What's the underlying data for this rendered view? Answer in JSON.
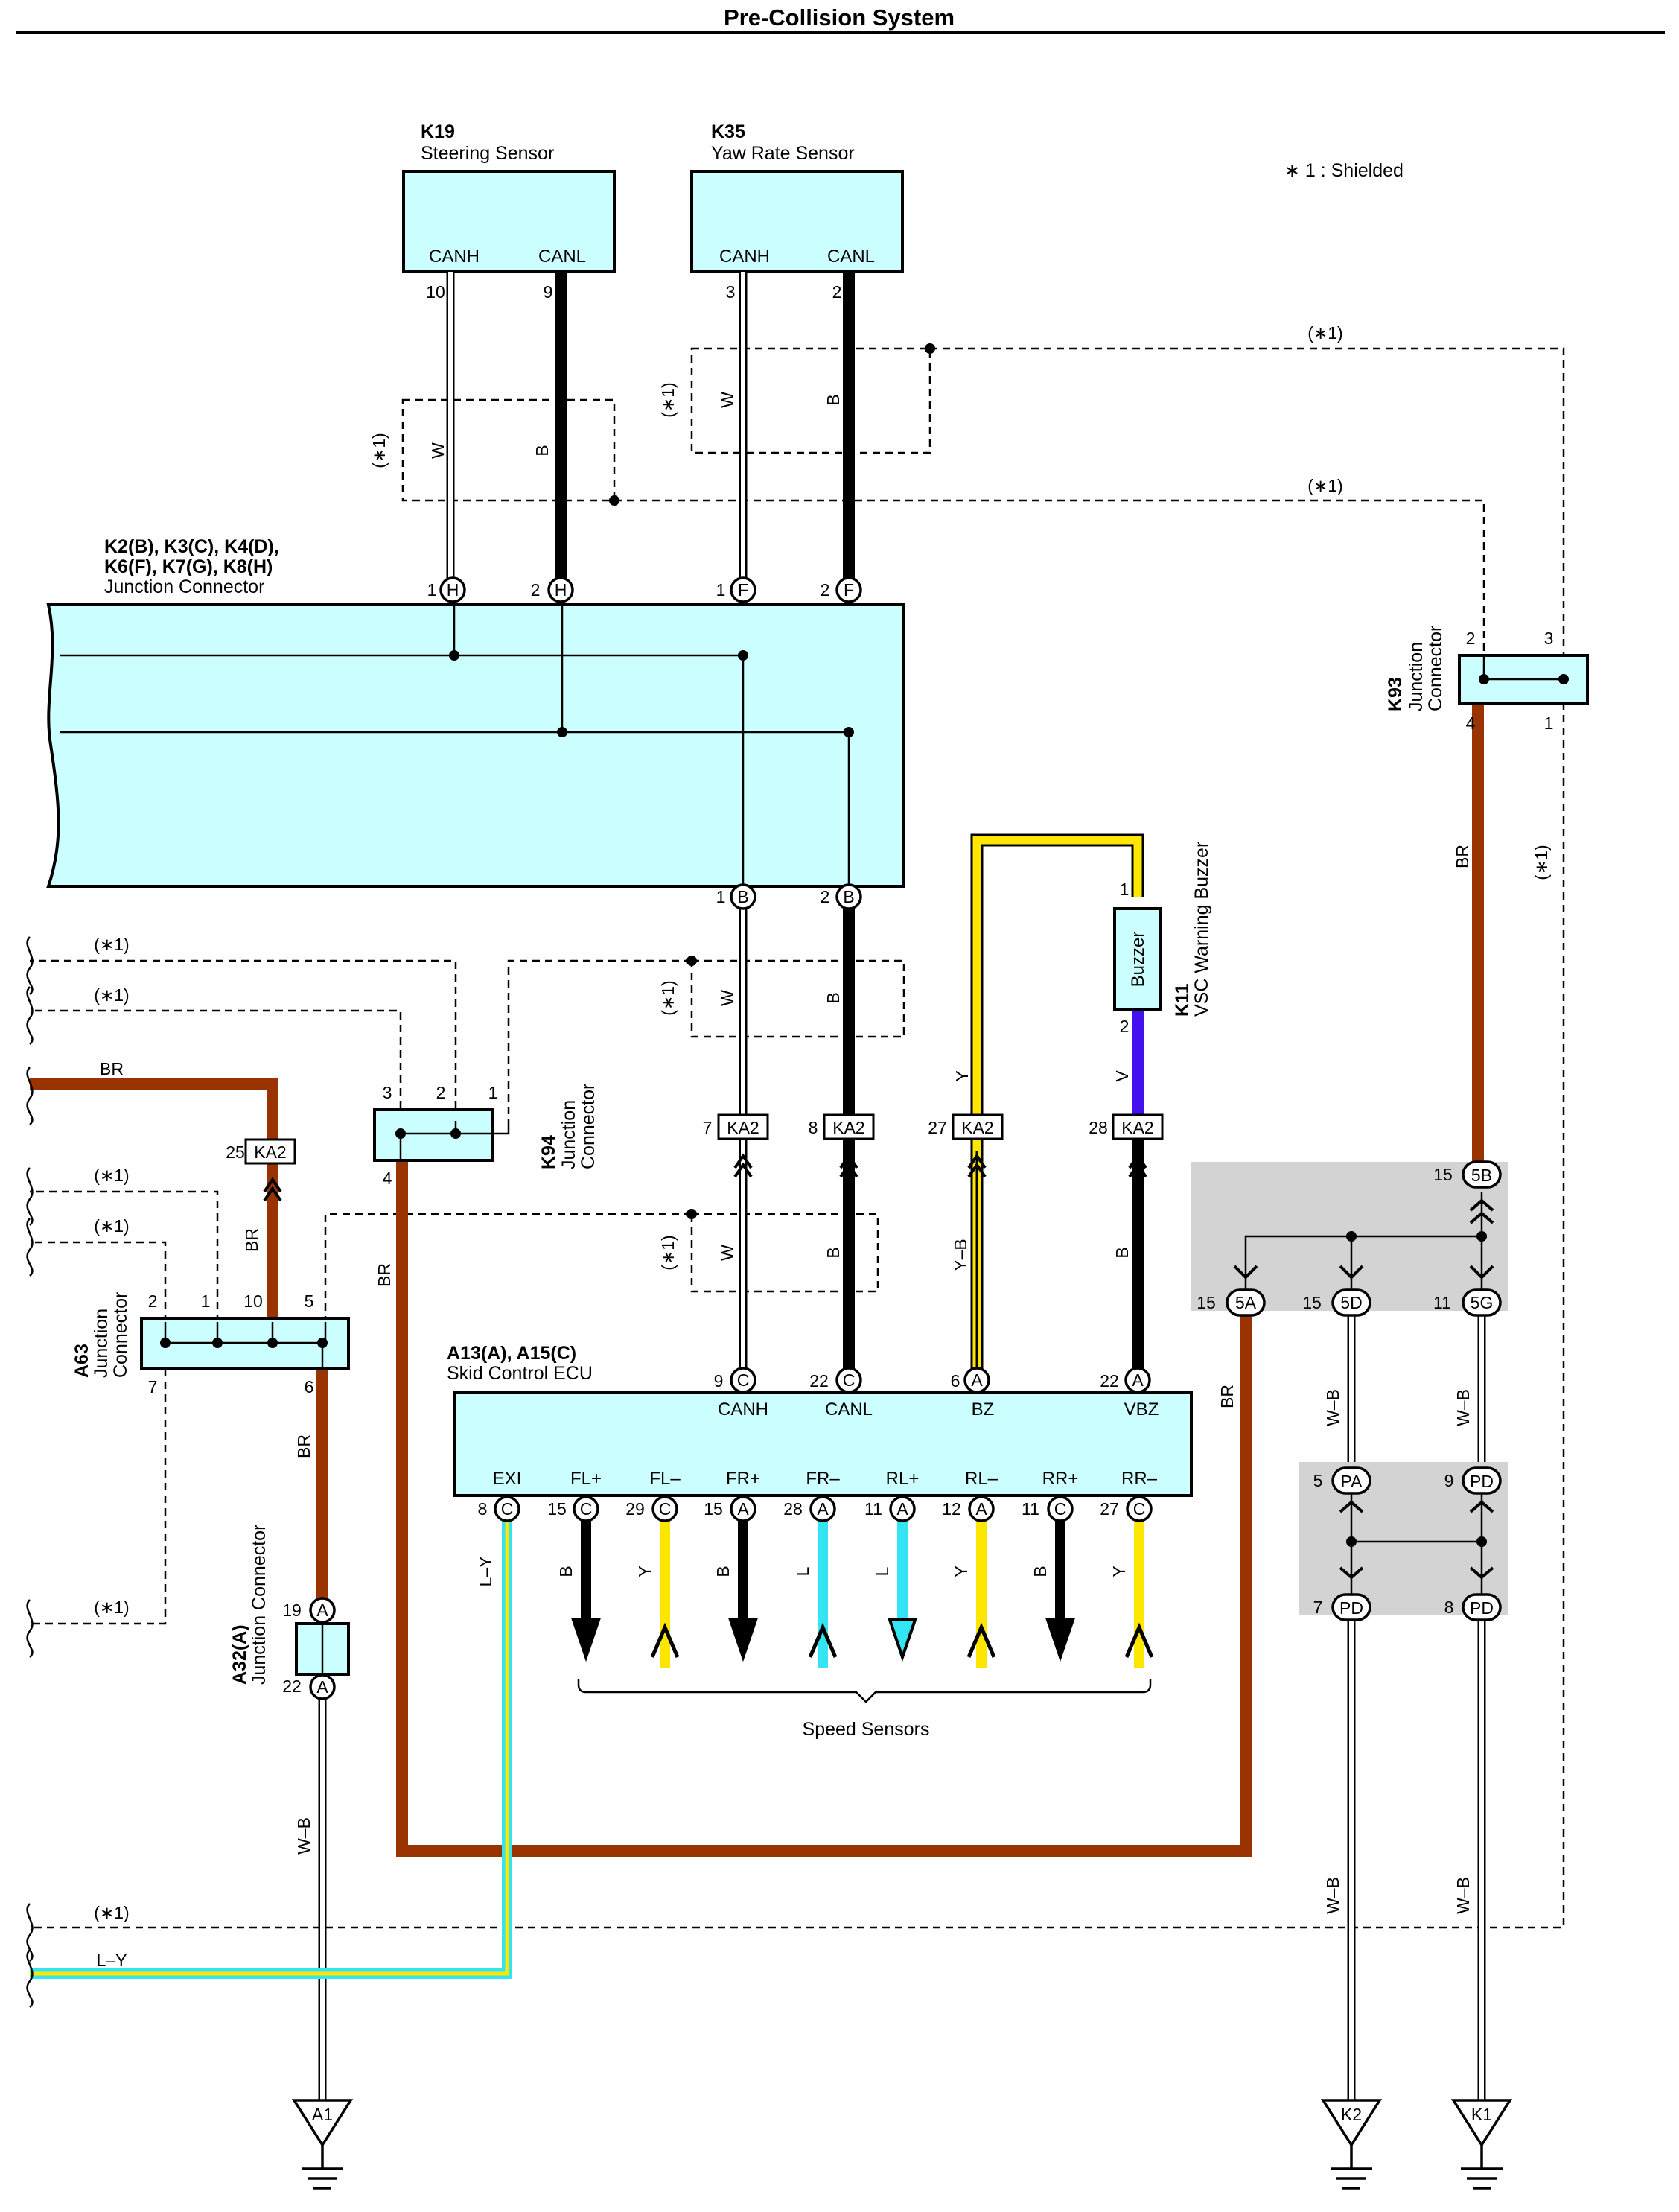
{
  "title": "Pre-Collision System",
  "legend": "∗ 1 : Shielded",
  "shielded_mark": "(∗1)",
  "components": {
    "k19": {
      "id": "K19",
      "name": "Steering Sensor",
      "pins": [
        "CANH",
        "CANL"
      ],
      "pin_numbers": [
        "10",
        "9"
      ]
    },
    "k35": {
      "id": "K35",
      "name": "Yaw Rate Sensor",
      "pins": [
        "CANH",
        "CANL"
      ],
      "pin_numbers": [
        "3",
        "2"
      ]
    },
    "k2": {
      "id_line1": "K2(B), K3(C), K4(D),",
      "id_line2": "K6(F), K7(G), K8(H)",
      "name": "Junction Connector",
      "top_pins": [
        [
          "1",
          "H"
        ],
        [
          "2",
          "H"
        ],
        [
          "1",
          "F"
        ],
        [
          "2",
          "F"
        ]
      ],
      "bottom_pins": [
        [
          "1",
          "B"
        ],
        [
          "2",
          "B"
        ]
      ]
    },
    "k11": {
      "id": "K11",
      "name": "VSC Warning Buzzer",
      "label": "Buzzer",
      "pins": [
        "1",
        "2"
      ]
    },
    "k93": {
      "id": "K93",
      "name_line1": "Junction",
      "name_line2": "Connector",
      "pins": [
        "2",
        "3",
        "4",
        "1"
      ]
    },
    "k94": {
      "id": "K94",
      "name_line1": "Junction",
      "name_line2": "Connector",
      "pins": [
        "3",
        "2",
        "1",
        "4"
      ]
    },
    "a63": {
      "id": "A63",
      "name_line1": "Junction",
      "name_line2": "Connector",
      "pins": [
        "2",
        "1",
        "10",
        "5",
        "7",
        "6"
      ]
    },
    "a32": {
      "id": "A32(A)",
      "name": "Junction Connector",
      "pins": [
        [
          "19",
          "A"
        ],
        [
          "22",
          "A"
        ]
      ]
    },
    "ecu": {
      "id": "A13(A), A15(C)",
      "name": "Skid Control ECU",
      "top_signals": [
        "CANH",
        "CANL",
        "BZ",
        "VBZ"
      ],
      "top_pins": [
        [
          "9",
          "C"
        ],
        [
          "22",
          "C"
        ],
        [
          "6",
          "A"
        ],
        [
          "22",
          "A"
        ]
      ],
      "bottom_signals": [
        "EXI",
        "FL+",
        "FL–",
        "FR+",
        "FR–",
        "RL+",
        "RL–",
        "RR+",
        "RR–"
      ],
      "bottom_pins": [
        [
          "8",
          "C"
        ],
        [
          "15",
          "C"
        ],
        [
          "29",
          "C"
        ],
        [
          "15",
          "A"
        ],
        [
          "28",
          "A"
        ],
        [
          "11",
          "A"
        ],
        [
          "12",
          "A"
        ],
        [
          "11",
          "C"
        ],
        [
          "27",
          "C"
        ]
      ],
      "bottom_wires": [
        "L–Y",
        "B",
        "Y",
        "B",
        "L",
        "L",
        "Y",
        "B",
        "Y"
      ]
    },
    "speed_sensors": "Speed Sensors"
  },
  "inline_connectors": {
    "ka2": [
      [
        "25",
        "KA2"
      ],
      [
        "7",
        "KA2"
      ],
      [
        "8",
        "KA2"
      ],
      [
        "27",
        "KA2"
      ],
      [
        "28",
        "KA2"
      ]
    ],
    "junction_block": [
      [
        "15",
        "5B"
      ],
      [
        "15",
        "5A"
      ],
      [
        "15",
        "5D"
      ],
      [
        "11",
        "5G"
      ]
    ],
    "pa_pd": [
      [
        "5",
        "PA"
      ],
      [
        "9",
        "PD"
      ],
      [
        "7",
        "PD"
      ],
      [
        "8",
        "PD"
      ]
    ]
  },
  "wire_colors": {
    "W": "W",
    "B": "B",
    "BR": "BR",
    "Y": "Y",
    "V": "V",
    "YB": "Y–B",
    "WB": "W–B",
    "LY": "L–Y",
    "L": "L"
  },
  "grounds": [
    "A1",
    "K2",
    "K1"
  ],
  "colors": {
    "component_fill": "#ccffff",
    "wire_black": "#000000",
    "wire_brown": "#993300",
    "wire_yellow": "#ffe600",
    "wire_violet": "#4411ee",
    "wire_cyan": "#33e5f2",
    "junction_gray": "#d3d3d3"
  }
}
